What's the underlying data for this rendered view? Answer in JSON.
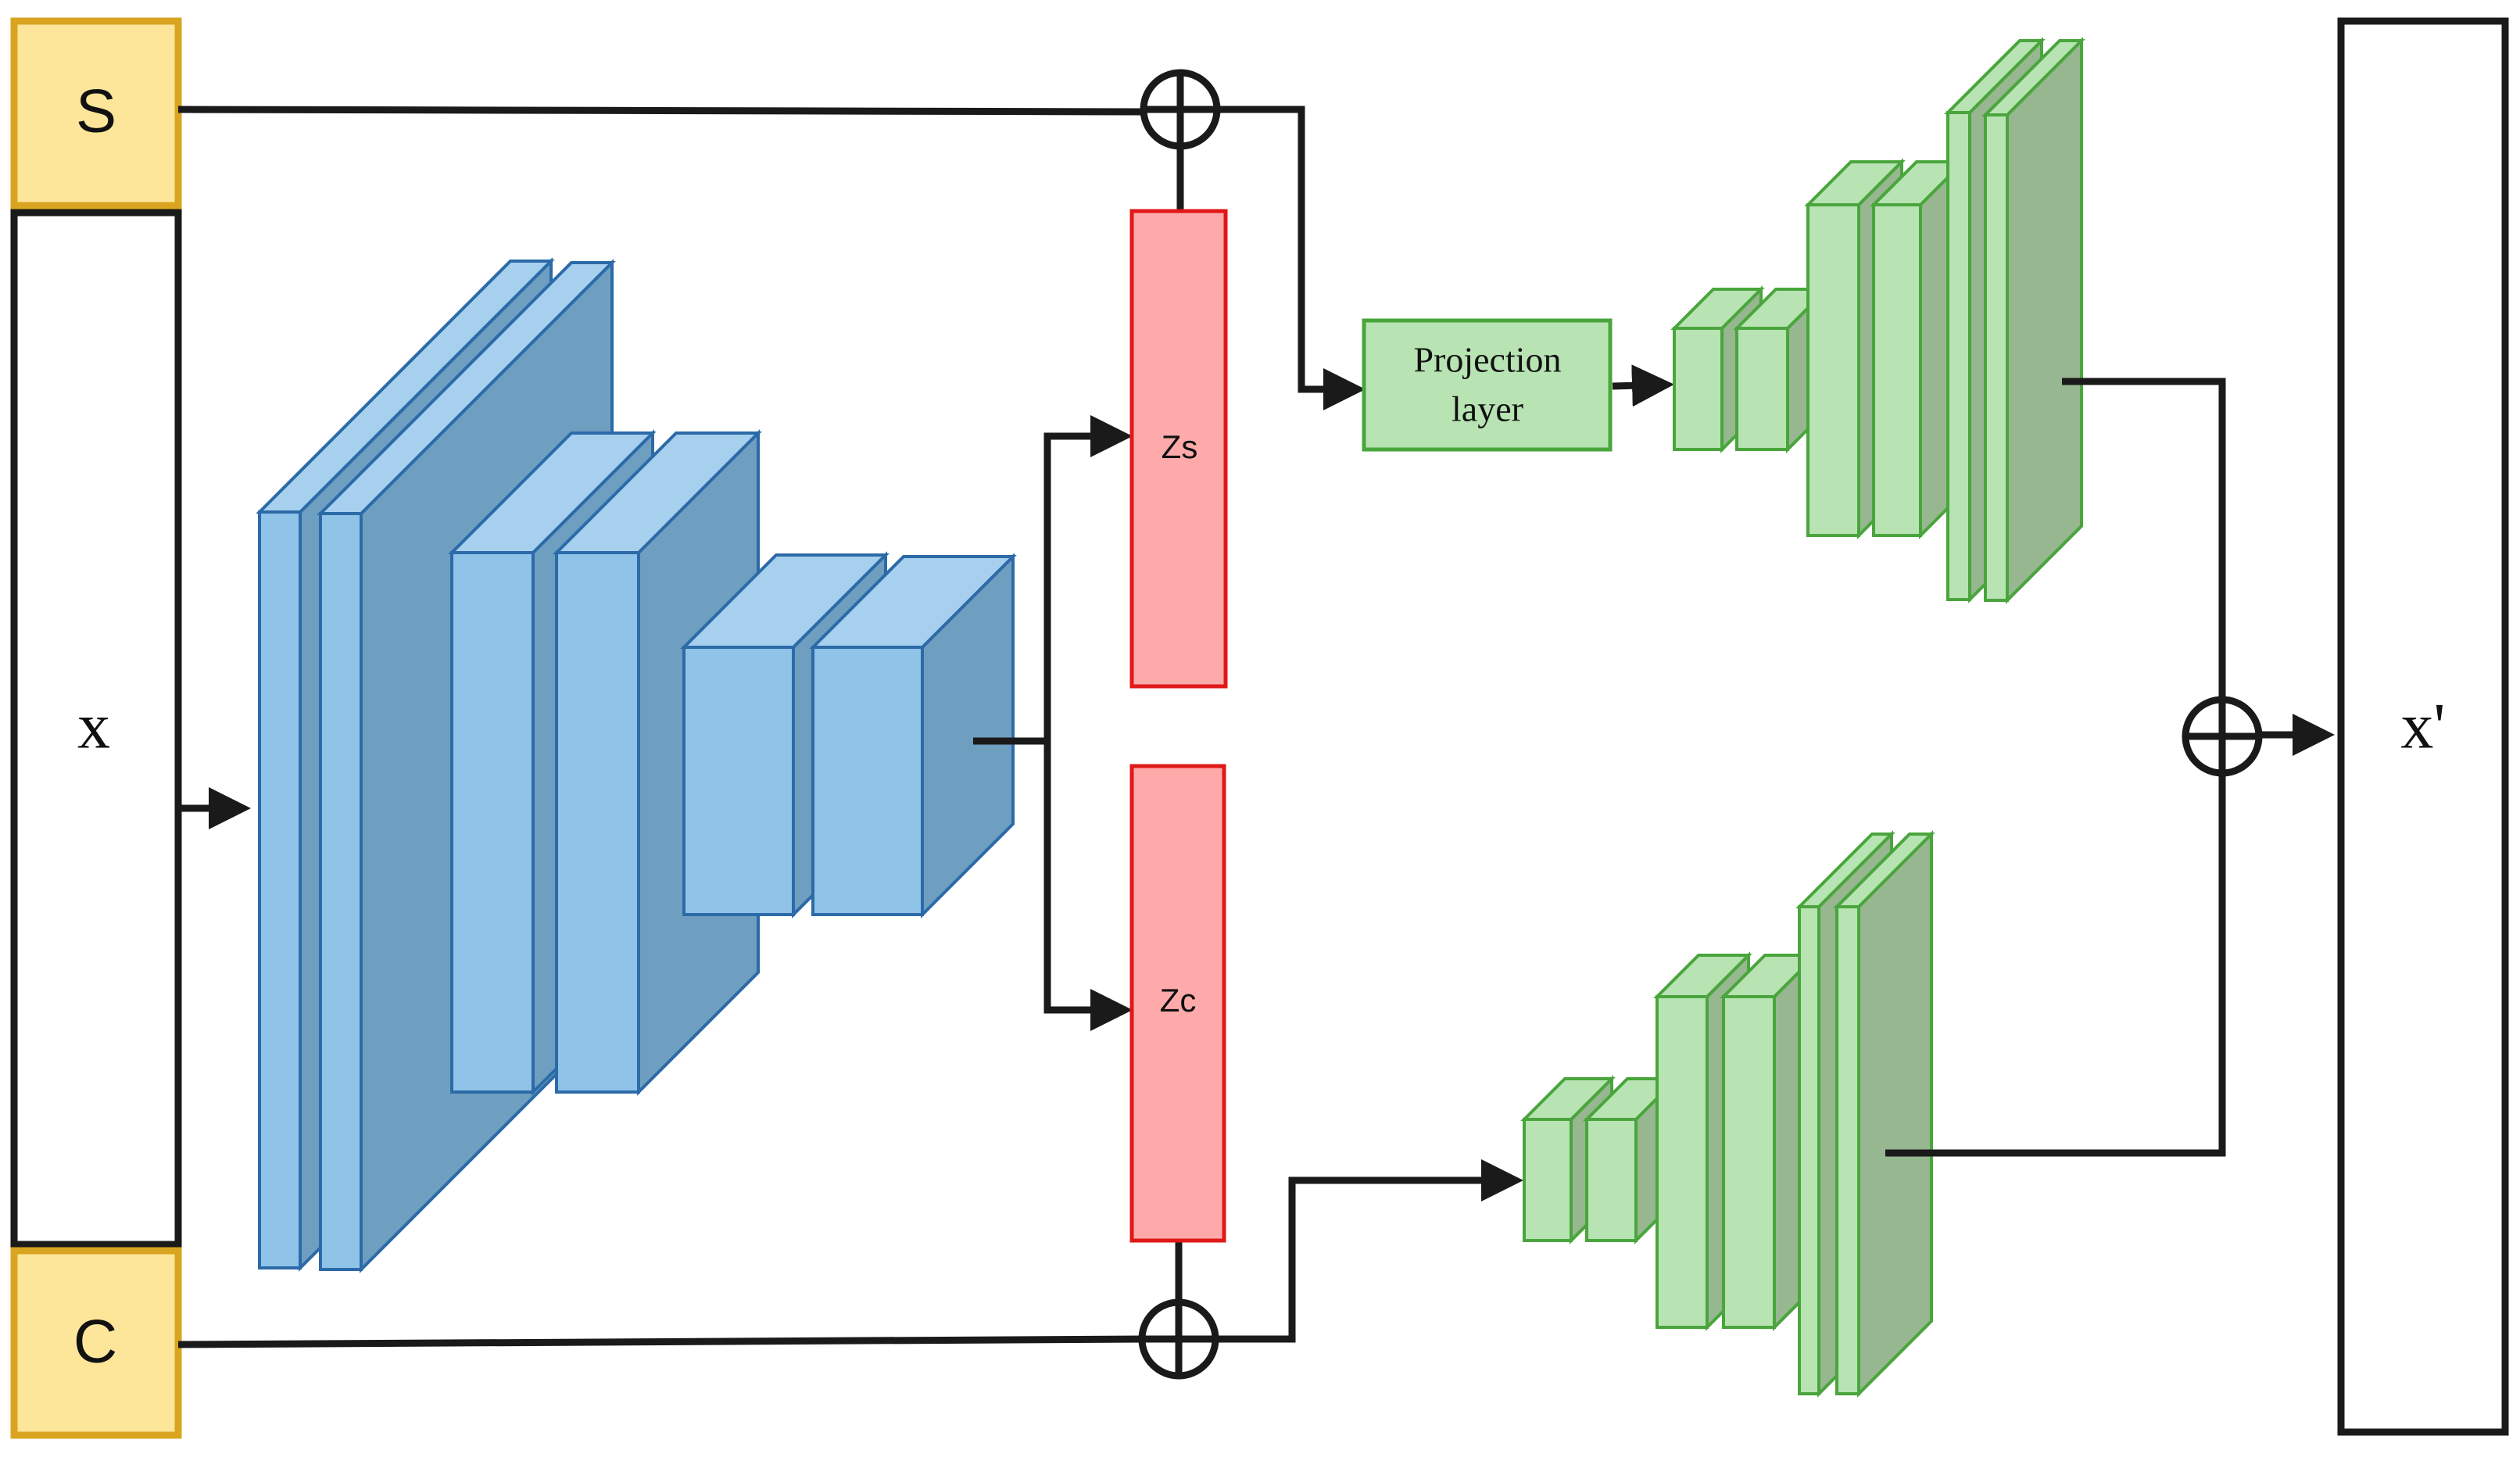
{
  "inputs": {
    "s_label": "S",
    "x_label": "x",
    "c_label": "C"
  },
  "latent": {
    "zs_label": "Zs",
    "zc_label": "Zc"
  },
  "projection": {
    "line1": "Projection",
    "line2": "layer"
  },
  "output": {
    "label": "x'"
  },
  "colors": {
    "condition_fill": "#fde59a",
    "condition_stroke": "#d9a520",
    "encoder_front": "#8fc3e8",
    "encoder_top": "#a7d0ef",
    "encoder_side": "#6f9fc0",
    "encoder_stroke": "#2c6aa8",
    "latent_fill": "#ffaaaa",
    "latent_stroke": "#e01818",
    "decoder_front": "#b8e3b3",
    "decoder_side": "#96b78f",
    "decoder_stroke": "#49a53c",
    "line": "#1a1a1a"
  }
}
